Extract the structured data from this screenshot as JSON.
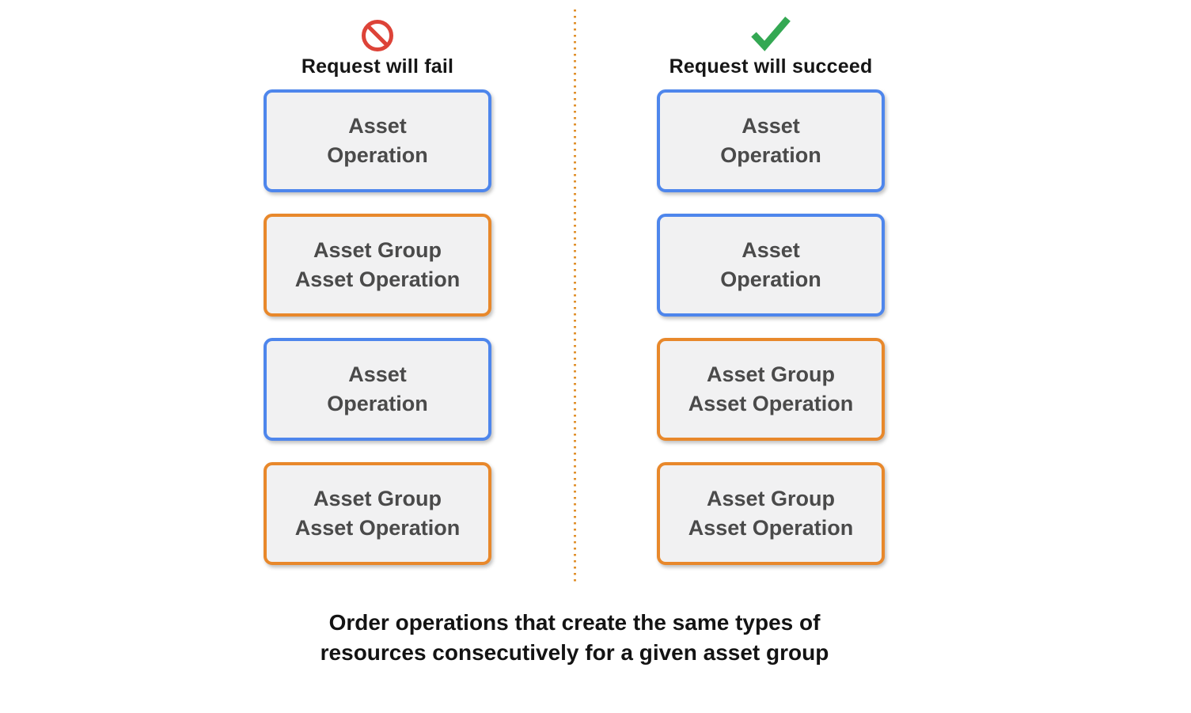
{
  "columns": [
    {
      "label": "Request will fail",
      "icon": "prohibition-icon",
      "boxes": [
        {
          "label": "Asset\nOperation",
          "color": "blue"
        },
        {
          "label": "Asset Group\nAsset Operation",
          "color": "orange"
        },
        {
          "label": "Asset\nOperation",
          "color": "blue"
        },
        {
          "label": "Asset Group\nAsset Operation",
          "color": "orange"
        }
      ]
    },
    {
      "label": "Request will succeed",
      "icon": "check-icon",
      "boxes": [
        {
          "label": "Asset\nOperation",
          "color": "blue"
        },
        {
          "label": "Asset\nOperation",
          "color": "blue"
        },
        {
          "label": "Asset Group\nAsset Operation",
          "color": "orange"
        },
        {
          "label": "Asset Group\nAsset Operation",
          "color": "orange"
        }
      ]
    }
  ],
  "caption": "Order operations that create the same types of\nresources consecutively for a given asset group",
  "colors": {
    "blue_border": "#4e86ec",
    "orange_border": "#e8882b",
    "red_icon": "#dd4338",
    "green_icon": "#34a853",
    "box_fill": "#f1f1f2",
    "box_text": "#4a4a4a",
    "divider_dots": "#e0912e"
  }
}
